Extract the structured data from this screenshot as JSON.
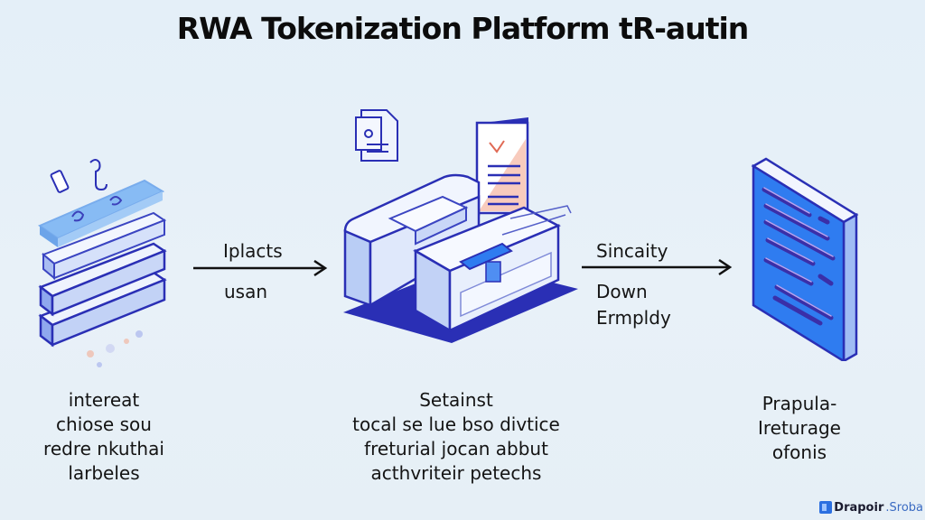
{
  "title": "RWA Tokenization Platform tR-autin",
  "colors": {
    "background": "#e6f0f7",
    "outline": "#2a2fb5",
    "fill_light": "#dfe8fb",
    "fill_mid": "#b9cdf5",
    "accent_blue": "#2f7cf0",
    "accent_salmon": "#f4b4a0"
  },
  "stages": [
    {
      "id": "asset-stack",
      "icon": "layered-asset-stack-icon",
      "caption": [
        "intereat",
        "chiose sou",
        "redre nkuthai",
        "larbeles"
      ]
    },
    {
      "id": "tokenization-machine",
      "icon": "tokenization-machine-icon",
      "extra_icons": [
        "document-icon",
        "certificate-card-icon"
      ],
      "caption": [
        "Setainst",
        "tocal se lue bso divtice",
        "freturial jocan abbut",
        "acthvriteir petechs"
      ]
    },
    {
      "id": "digital-token-document",
      "icon": "token-document-icon",
      "caption": [
        "Prapula-",
        "Ireturage",
        "ofonis"
      ]
    }
  ],
  "arrows": [
    {
      "above": "Iplacts",
      "below": [
        "usan"
      ]
    },
    {
      "above": "Sincaity",
      "below": [
        "Down",
        "Ermpldy"
      ]
    }
  ],
  "watermark": {
    "bold": "Drapoir",
    "light": ".Sroba"
  }
}
